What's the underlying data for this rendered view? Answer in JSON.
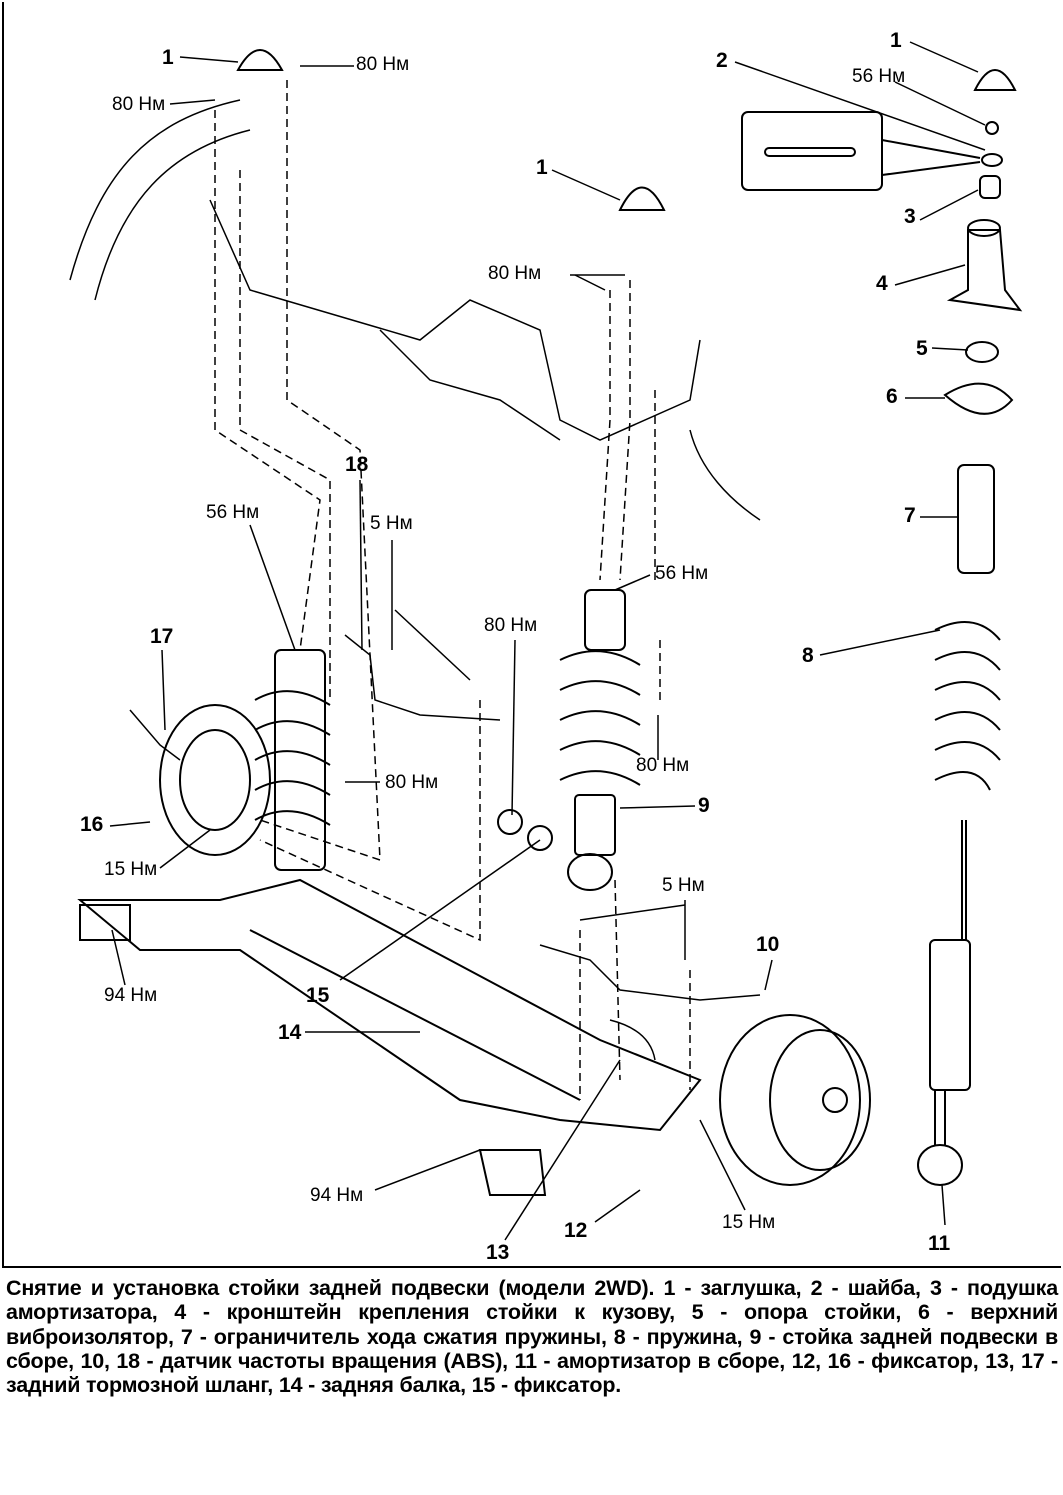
{
  "figure": {
    "callouts": {
      "c1a": "1",
      "c1b": "1",
      "c1c": "1",
      "c2": "2",
      "c3": "3",
      "c4": "4",
      "c5": "5",
      "c6": "6",
      "c7": "7",
      "c8": "8",
      "c9": "9",
      "c10": "10",
      "c11": "11",
      "c12": "12",
      "c13": "13",
      "c14": "14",
      "c15": "15",
      "c16": "16",
      "c17": "17",
      "c18": "18"
    },
    "torques": {
      "t80_top": "80 Нм",
      "t80_left": "80 Нм",
      "t56_top_right": "56 Нм",
      "t80_mid": "80 Нм",
      "t56_left": "56 Нм",
      "t5_left": "5 Нм",
      "t56_strut": "56 Нм",
      "t80_center": "80 Нм",
      "t80_left_bolt": "80 Нм",
      "t80_strut_bolt": "80 Нм",
      "t15_left": "15 Нм",
      "t5_right": "5 Нм",
      "t94_left": "94 Нм",
      "t94_right": "94 Нм",
      "t15_right": "15 Нм"
    }
  },
  "caption": "Снятие и установка стойки задней подвески (модели 2WD). 1 - заглушка, 2 - шайба, 3 - подушка амортизатора, 4 - кронштейн крепления стойки к кузову, 5 - опора стойки, 6 - верхний виброизолятор, 7 - ограничитель хода сжатия пружины, 8 - пружина, 9 - стойка задней подвески в сборе, 10, 18 - датчик частоты вращения (ABS), 11 - амортизатор в сборе, 12, 16 - фиксатор, 13, 17 - задний тормозной шланг, 14 - задняя балка, 15 - фиксатор."
}
